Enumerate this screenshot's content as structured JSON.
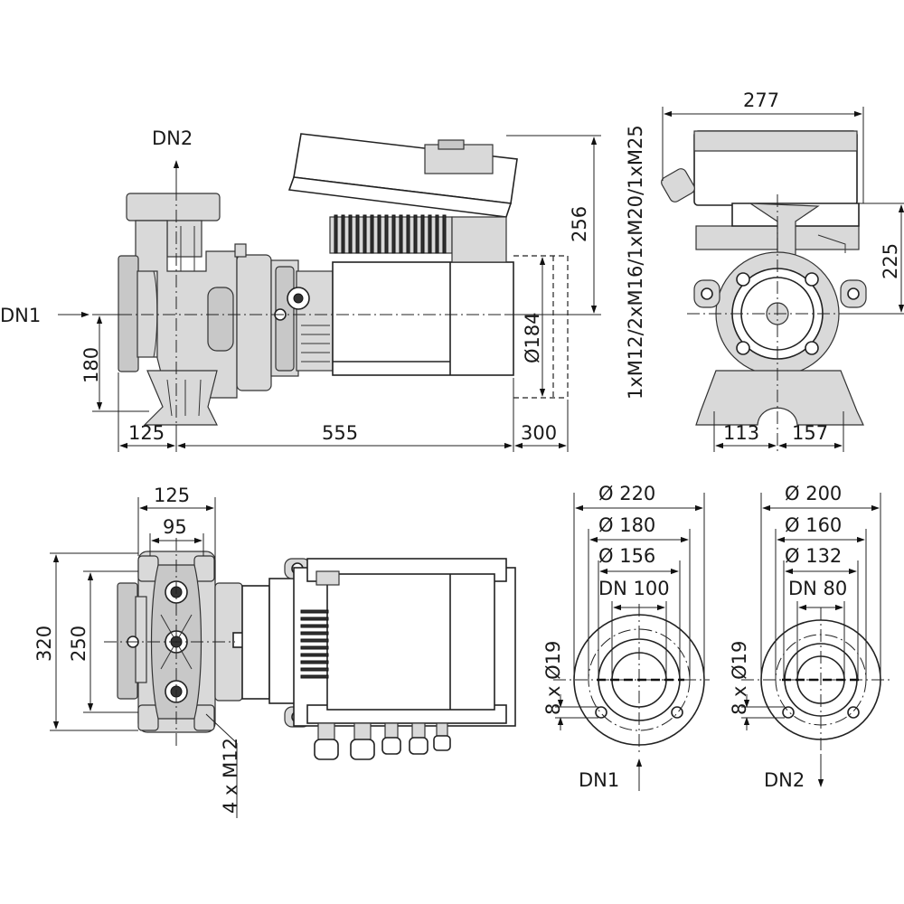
{
  "colors": {
    "line": "#222222",
    "fill_light": "#d9d9d9",
    "fill_mid": "#c8c8c8",
    "background": "#ffffff"
  },
  "labels": {
    "dn2_top": "DN2",
    "dn1_side": "DN1",
    "dn1_bottom": "DN1",
    "dn2_bottom": "DN2",
    "cable_glands": "1xM12/2xM16/1xM20/1xM25",
    "bolts": "4 x M12",
    "holes_dn100": "8 x Ø19",
    "holes_dn80": "8 x Ø19",
    "nominal_dn100": "DN 100",
    "nominal_dn80": "DN 80"
  },
  "dimensions": {
    "side_height": "256",
    "side_axis_height": "180",
    "side_left": "125",
    "side_length": "555",
    "side_service": "300",
    "motor_diameter": "Ø184",
    "end_width": "277",
    "end_height": "225",
    "end_left": "113",
    "end_right": "157",
    "top_width": "125",
    "top_inner": "95",
    "top_depth": "320",
    "top_inner_depth": "250",
    "flange1_outer": "Ø 220",
    "flange1_bolt": "Ø 180",
    "flange1_face": "Ø 156",
    "flange2_outer": "Ø 200",
    "flange2_bolt": "Ø 160",
    "flange2_face": "Ø 132"
  }
}
